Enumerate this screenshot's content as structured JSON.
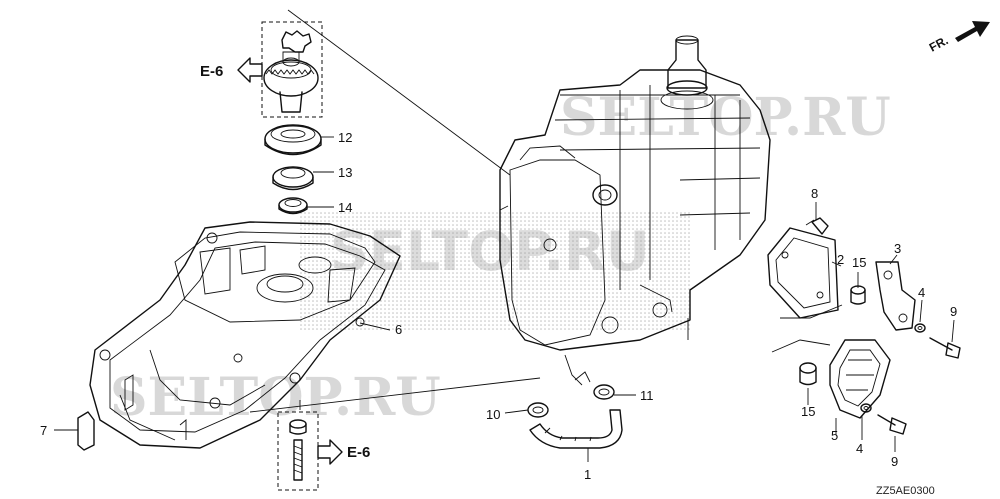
{
  "diagram": {
    "direction_label": "FR.",
    "reference_label_top": "E-6",
    "reference_label_bottom": "E-6",
    "watermarks": [
      "SELTOP.RU",
      "SELTOP.RU",
      "SELTOP.RU"
    ],
    "drawing_code": "ZZ5AE0300",
    "callouts": [
      "1",
      "2",
      "3",
      "4",
      "4",
      "5",
      "6",
      "7",
      "8",
      "9",
      "9",
      "10",
      "11",
      "12",
      "13",
      "14",
      "15",
      "15"
    ]
  }
}
